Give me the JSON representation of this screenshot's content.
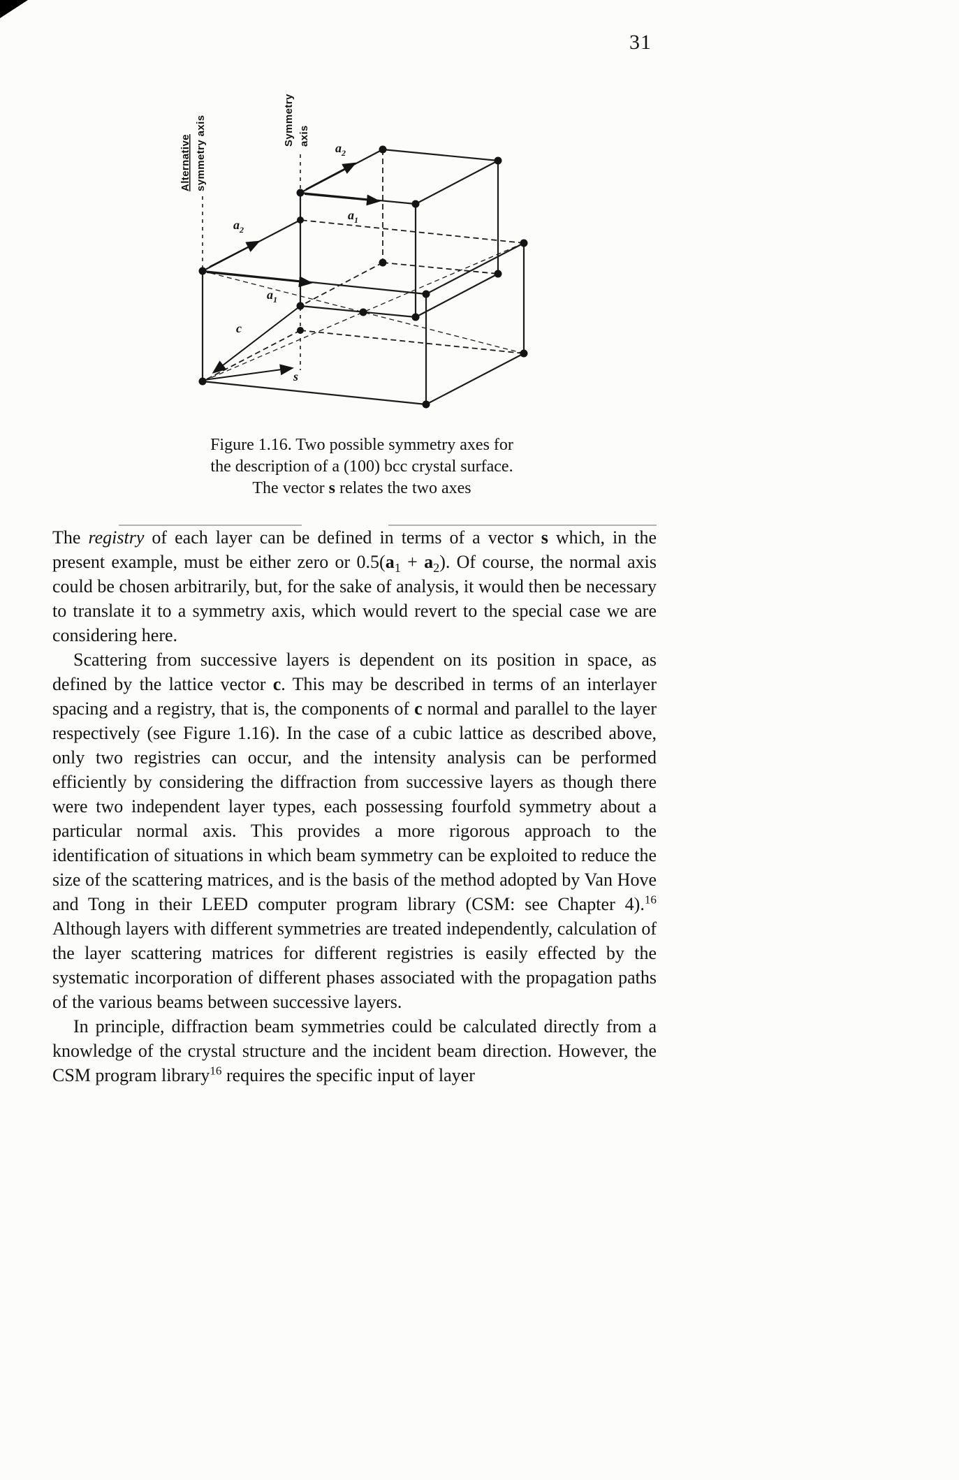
{
  "page": {
    "number": "31"
  },
  "figure": {
    "labels": {
      "axis_alt_line1": "Alternative",
      "axis_alt_line2": "symmetry axis",
      "axis_sym_line1": "Symmetry",
      "axis_sym_line2": "axis",
      "a": "a",
      "sub1": "1",
      "sub2": "2",
      "c": "c",
      "s": "s"
    },
    "caption": {
      "line1": "Figure 1.16. Two possible symmetry axes for",
      "line2": "the description of a (100) bcc crystal surface.",
      "line3_pre": "The vector ",
      "line3_bold": "s",
      "line3_post": " relates the two axes"
    }
  },
  "body": {
    "paragraph1": [
      {
        "t": "The "
      },
      {
        "t": "registry",
        "s": "i"
      },
      {
        "t": " of each layer can be defined in terms of a vector "
      },
      {
        "t": "s",
        "s": "b"
      },
      {
        "t": " which, in the present example, must be either zero or 0.5("
      },
      {
        "t": "a",
        "s": "b"
      },
      {
        "t": "1",
        "s": "sub"
      },
      {
        "t": " + "
      },
      {
        "t": "a",
        "s": "b"
      },
      {
        "t": "2",
        "s": "sub"
      },
      {
        "t": "). Of course, the normal axis could be chosen arbitrarily, but, for the sake of analysis, it would then be necessary to translate it to a symmetry axis, which would revert to the special case we are considering here."
      }
    ],
    "paragraph2": [
      {
        "t": "Scattering from successive layers is dependent on its position in space, as defined by the lattice vector "
      },
      {
        "t": "c",
        "s": "b"
      },
      {
        "t": ". This may be described in terms of an interlayer spacing and a registry, that is, the components of "
      },
      {
        "t": "c",
        "s": "b"
      },
      {
        "t": " normal and parallel to the layer respectively (see Figure 1.16). In the case of a cubic lattice as described above, only two registries can occur, and the intensity analysis can be performed efficiently by considering the diffraction from successive layers as though there were two independent layer types, each possessing fourfold symmetry about a particular normal axis. This provides a more rigorous approach to the identification of situations in which beam symmetry can be exploited to reduce the size of the scattering matrices, and is the basis of the method adopted by Van Hove and Tong in their LEED computer program library (CSM: see Chapter 4)."
      },
      {
        "t": "16",
        "s": "sup"
      },
      {
        "t": " Although layers with different symmetries are treated independently, calculation of the layer scattering matrices for different registries is easily effected by the systematic incorporation of different phases associated with the propagation paths of the various beams between successive layers."
      }
    ],
    "paragraph3": [
      {
        "t": "In principle, diffraction beam symmetries could be calculated directly from a knowledge of the crystal structure and the incident beam direction. However, the CSM program library"
      },
      {
        "t": "16",
        "s": "sup"
      },
      {
        "t": " requires the specific input of layer"
      }
    ]
  }
}
